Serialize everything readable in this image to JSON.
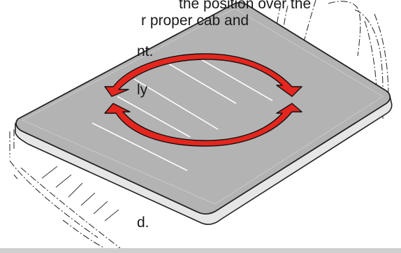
{
  "instructions": {
    "lines": [
      "the position over the",
      "r proper cab and",
      "nt.",
      "ly",
      "d."
    ]
  },
  "figure": {
    "colors": {
      "panel_fill": "#b3b3b3",
      "panel_edge": "#222222",
      "arrow_fill": "#e4261e",
      "outline": "#333333"
    },
    "icons": [
      "rotate-arrows-icon"
    ]
  }
}
